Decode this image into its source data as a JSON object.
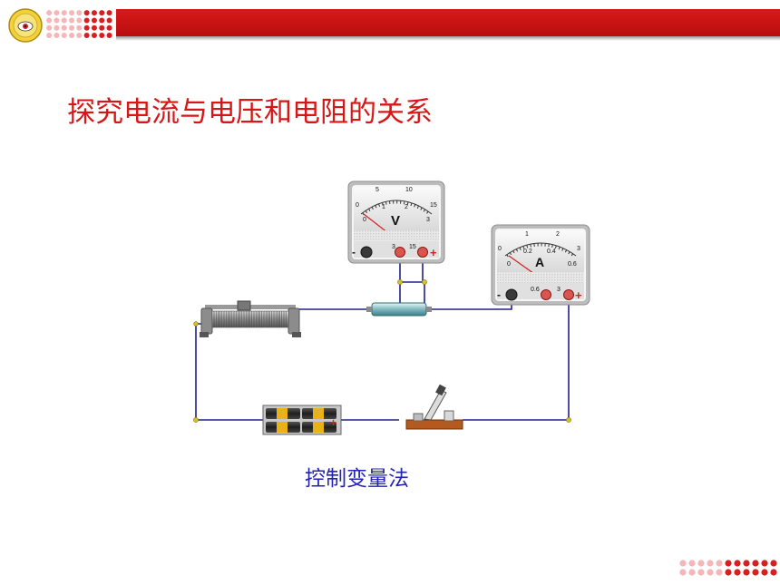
{
  "slide": {
    "title": "探究电流与电压和电阻的关系",
    "caption": "控制变量法",
    "colors": {
      "header_red": "#c81212",
      "title_red": "#d91616",
      "caption_blue": "#2323b4",
      "wire_blue": "#20208c",
      "dot_light": "#f4b6b6",
      "dot_dark": "#d42020"
    }
  },
  "voltmeter": {
    "symbol": "V",
    "scale_top": [
      "0",
      "5",
      "10",
      "15"
    ],
    "scale_bottom": [
      "0",
      "1",
      "2",
      "3"
    ],
    "terminals": [
      "-",
      "3",
      "15",
      "+"
    ]
  },
  "ammeter": {
    "symbol": "A",
    "scale_top": [
      "0",
      "1",
      "2",
      "3"
    ],
    "scale_bottom": [
      "0",
      "0.2",
      "0.4",
      "0.6"
    ],
    "terminals": [
      "-",
      "0.6",
      "3",
      "+"
    ]
  },
  "components": {
    "icons": [
      "rheostat-icon",
      "resistor-icon",
      "battery-icon",
      "switch-icon",
      "logo-icon"
    ]
  }
}
